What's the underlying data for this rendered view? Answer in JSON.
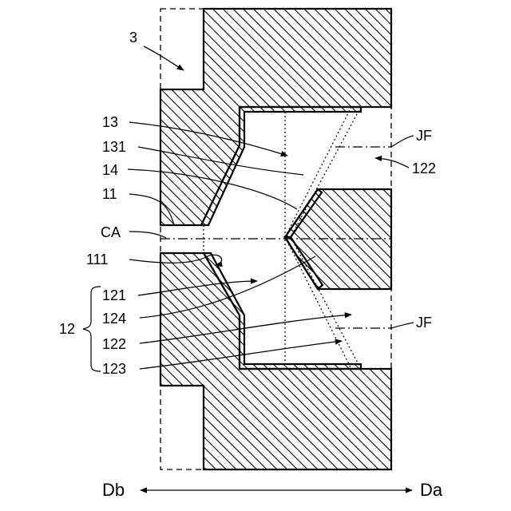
{
  "labels": {
    "part_3": "3",
    "ref_13": "13",
    "ref_131": "131",
    "ref_14": "14",
    "ref_11": "11",
    "ref_CA": "CA",
    "ref_111": "111",
    "ref_12": "12",
    "ref_121": "121",
    "ref_124": "124",
    "ref_122_lower": "122",
    "ref_123": "123",
    "ref_122_upper": "122",
    "ref_JF_upper": "JF",
    "ref_JF_lower": "JF"
  },
  "direction": {
    "left": "Db",
    "right": "Da"
  }
}
